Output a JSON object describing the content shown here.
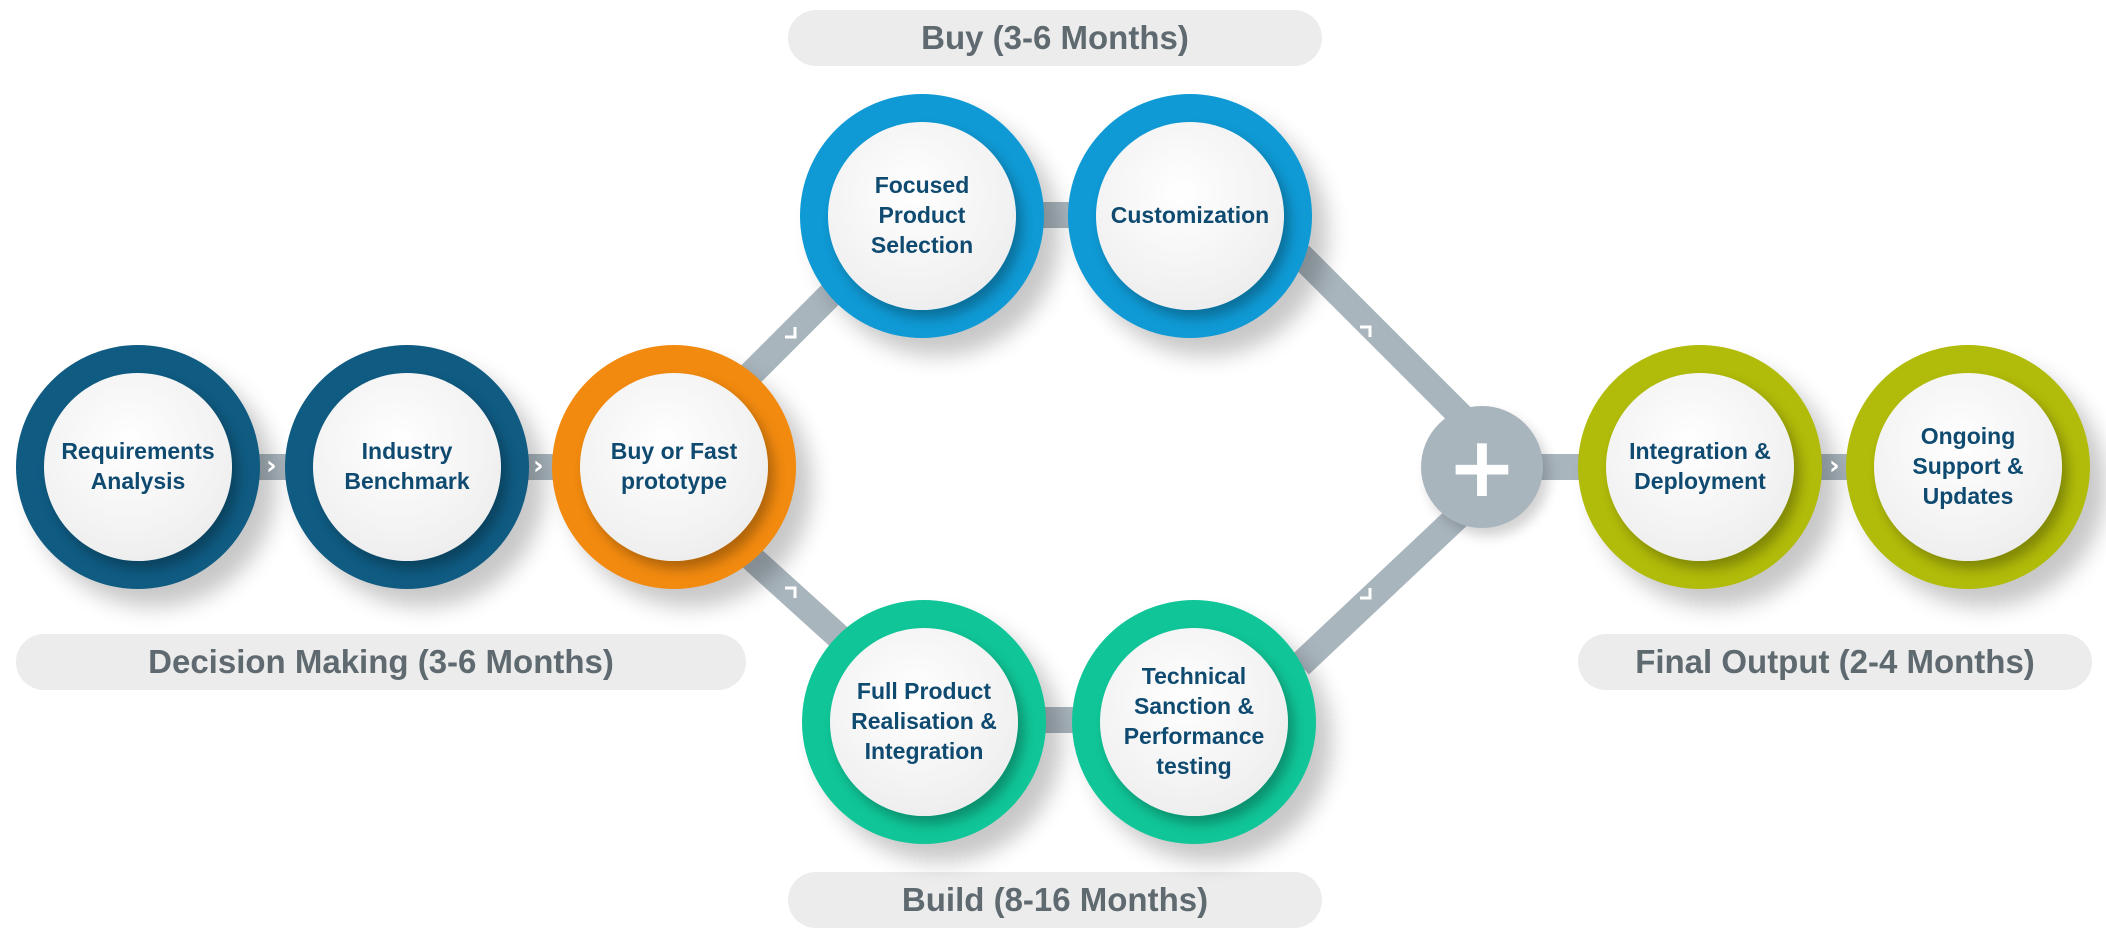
{
  "phases": {
    "buy": "Buy (3-6 Months)",
    "decision": "Decision Making (3-6 Months)",
    "build": "Build (8-16 Months)",
    "final": "Final Output (2-4 Months)"
  },
  "nodes": {
    "requirements": "Requirements Analysis",
    "benchmark": "Industry Benchmark",
    "buy_or_prototype": "Buy or Fast prototype",
    "focused_selection": "Focused Product Selection",
    "customization": "Customization",
    "full_realisation": "Full Product Realisation & Integration",
    "technical_sanction": "Technical Sanction & Performance testing",
    "integration": "Integration & Deployment",
    "ongoing_support": "Ongoing Support & Updates"
  },
  "merge_symbol": "+",
  "colors": {
    "decision_ring": "#0f5b82",
    "decision_point_ring": "#f28a0f",
    "buy_ring": "#0f9ad5",
    "build_ring": "#10c698",
    "final_ring": "#b1bb09",
    "connector": "#a9b5bd",
    "label_text": "#0f4a70",
    "phase_text": "#5f6a70",
    "phase_pill": "#ececec"
  },
  "icons": {
    "flow_arrow": "chevron-right-icon",
    "merge": "plus-icon"
  }
}
